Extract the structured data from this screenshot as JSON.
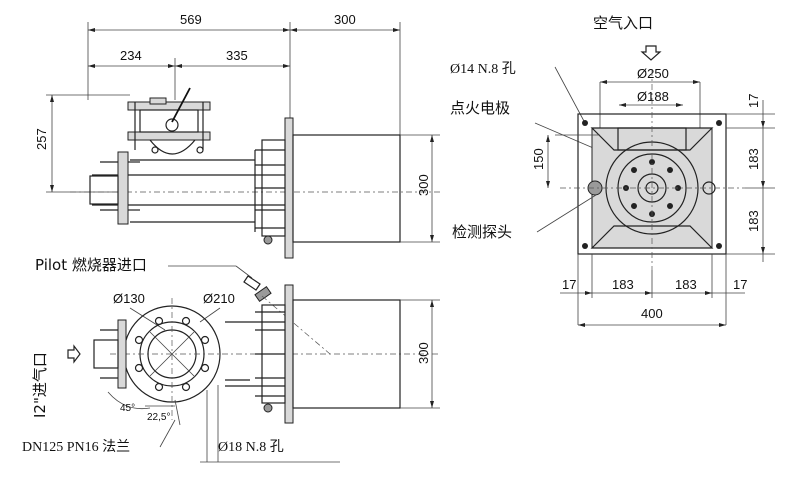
{
  "side_view": {
    "dim_total": "569",
    "dim_tube": "300",
    "dim_left": "234",
    "dim_right": "335",
    "dim_height": "257",
    "dim_flange": "300"
  },
  "front_view": {
    "air_inlet": "空气入口",
    "hole_note": "Ø14 N.8  孔",
    "dia_outer": "Ø250",
    "dia_inner": "Ø188",
    "ignition_electrode": "点火电极",
    "detection_probe": "检测探头",
    "dim_150": "150",
    "dim_17_top": "17",
    "dim_183_top": "183",
    "dim_183_bottom": "183",
    "dim_17_left": "17",
    "dim_183_left": "183",
    "dim_183_right": "183",
    "dim_17_right": "17",
    "dim_400": "400"
  },
  "top_view": {
    "pilot_inlet": "Pilot 燃烧器进口",
    "dia_130": "Ø130",
    "dia_210": "Ø210",
    "gas_inlet": "I2\"进气口",
    "angle": "45°",
    "angle_half": "22,5°",
    "flange_spec": "DN125 PN16  法兰",
    "hole_note": "Ø18 N.8  孔",
    "dim_flange": "300"
  }
}
